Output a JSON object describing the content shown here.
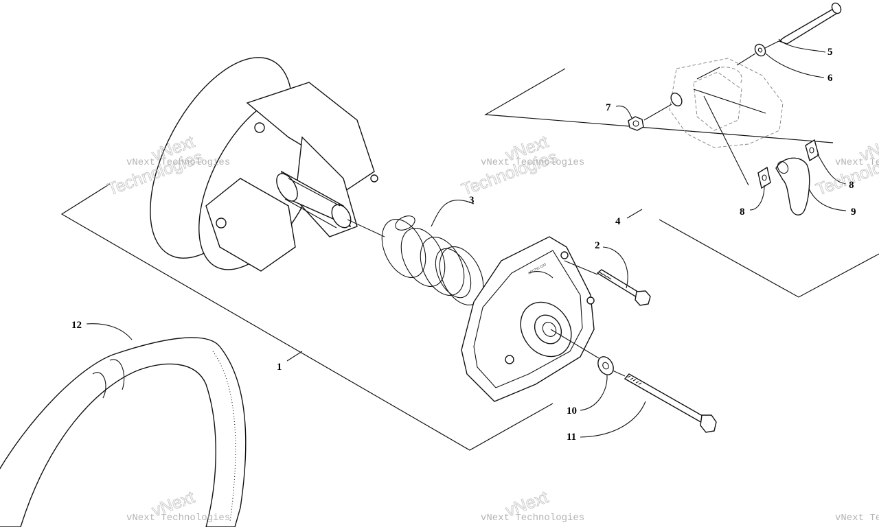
{
  "callouts": [
    "1",
    "2",
    "3",
    "4",
    "5",
    "6",
    "7",
    "8",
    "8",
    "9",
    "10",
    "11",
    "12"
  ],
  "watermarks": {
    "line1": "vNext Technologies",
    "line2": "vNext",
    "line3": "Technologies"
  },
  "ring_logo": "ARCTIC CAT"
}
